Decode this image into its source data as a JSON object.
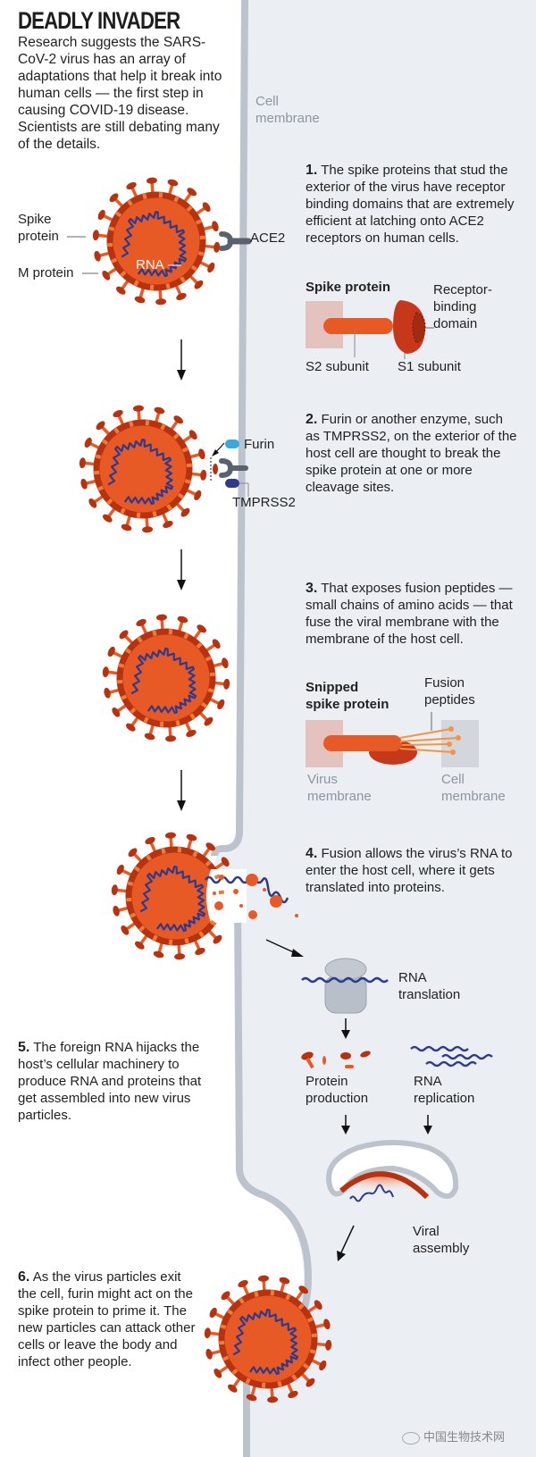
{
  "header": {
    "title": "DEADLY INVADER",
    "intro": "Research suggests the SARS-CoV-2 virus has an array of adaptations that help it break into human cells — the first step in causing COVID-19 disease. Scientists are still debating many of the details."
  },
  "labels": {
    "cell_membrane_1": "Cell",
    "cell_membrane_2": "membrane",
    "spike_protein_1": "Spike",
    "spike_protein_2": "protein",
    "m_protein": "M protein",
    "rna": "RNA",
    "ace2": "ACE2",
    "furin": "Furin",
    "tmprss2": "TMPRSS2",
    "spike_title": "Spike protein",
    "receptor_binding_1": "Receptor-",
    "receptor_binding_2": "binding",
    "receptor_binding_3": "domain",
    "s2_subunit": "S2 subunit",
    "s1_subunit": "S1 subunit",
    "snipped_1": "Snipped",
    "snipped_2": "spike protein",
    "fusion_1": "Fusion",
    "fusion_2": "peptides",
    "virus_membrane_1": "Virus",
    "virus_membrane_2": "membrane",
    "cell_mem2_1": "Cell",
    "cell_mem2_2": "membrane",
    "rna_translation_1": "RNA",
    "rna_translation_2": "translation",
    "protein_production_1": "Protein",
    "protein_production_2": "production",
    "rna_replication_1": "RNA",
    "rna_replication_2": "replication",
    "viral_assembly_1": "Viral",
    "viral_assembly_2": "assembly"
  },
  "steps": [
    {
      "num": "1.",
      "text": "The spike proteins that stud the exterior of the virus have receptor binding domains that are extremely efficient at latching onto ACE2 receptors on human cells."
    },
    {
      "num": "2.",
      "text": "Furin or another enzyme, such as TMPRSS2, on the exterior of the host cell are thought to break the spike protein at one or more cleavage sites."
    },
    {
      "num": "3.",
      "text": "That exposes fusion peptides — small chains of amino acids — that fuse the viral membrane with the membrane of the host cell."
    },
    {
      "num": "4.",
      "text": "Fusion allows the virus’s RNA to enter the host cell, where it gets translated into proteins."
    },
    {
      "num": "5.",
      "text": "The foreign RNA hijacks the host’s cellular machinery to produce RNA and proteins that get assembled into new virus particles."
    },
    {
      "num": "6.",
      "text": "As the virus particles exit the cell, furin might act on the spike protein to prime it. The new particles can attack other cells or leave the body and infect other people."
    }
  ],
  "watermark": "中国生物技术网",
  "colors": {
    "virus_body": "#e85a25",
    "virus_rim": "#b8320f",
    "rna": "#2e3a8c",
    "membrane": "#bcc3cc",
    "cell_interior": "#ebeef3",
    "furin": "#3aa8dc",
    "tmprss2": "#2e3a8c",
    "ace2": "#5a636d"
  }
}
